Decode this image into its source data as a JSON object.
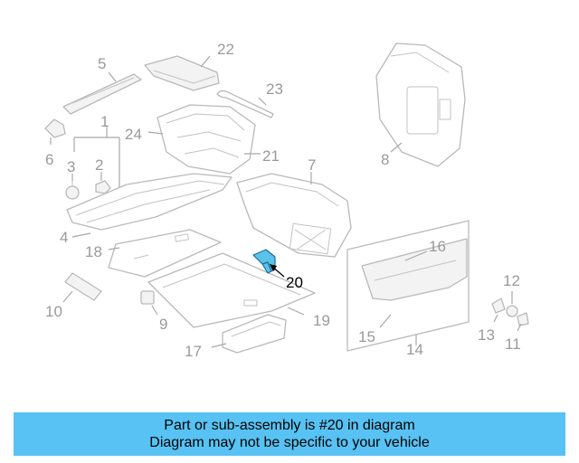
{
  "diagram": {
    "callouts": [
      "1",
      "2",
      "3",
      "4",
      "5",
      "6",
      "7",
      "8",
      "9",
      "10",
      "11",
      "12",
      "13",
      "14",
      "15",
      "16",
      "17",
      "18",
      "19",
      "20",
      "21",
      "22",
      "23",
      "24"
    ],
    "highlighted_part": "20",
    "highlight_color": "#5bc3e8",
    "line_color": "#b9b9b9"
  },
  "banner": {
    "line1": "Part or sub-assembly is #20 in diagram",
    "line2": "Diagram may not be specific to your vehicle",
    "background": "#57c2f3"
  }
}
